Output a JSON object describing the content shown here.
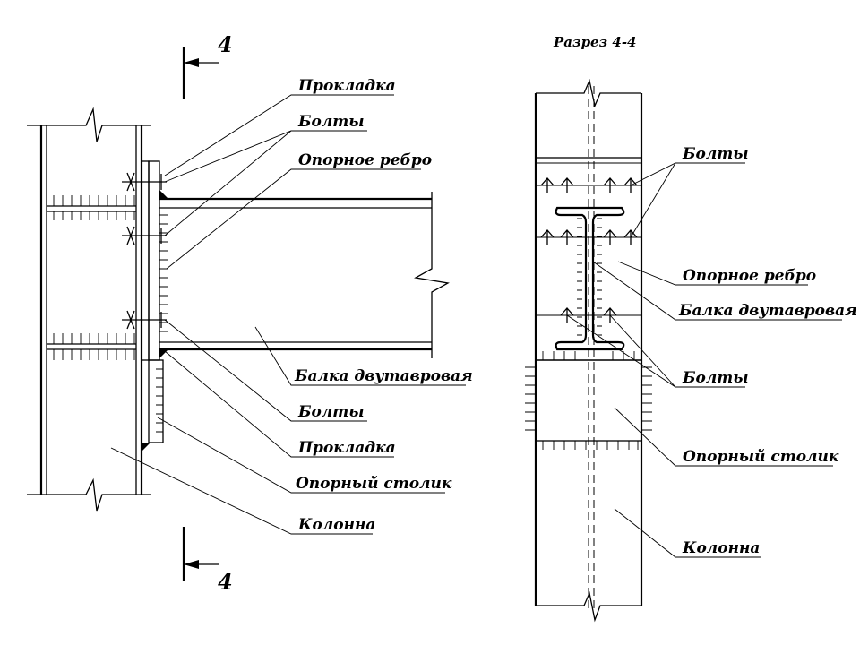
{
  "section": {
    "title": "Разрез 4-4",
    "mark_top": "4",
    "mark_bottom": "4"
  },
  "left_view": {
    "labels": {
      "gasket_top": "Прокладка",
      "bolts_top": "Болты",
      "support_rib": "Опорное ребро",
      "i_beam": "Балка двутавровая",
      "bolts_bottom": "Болты",
      "gasket_bottom": "Прокладка",
      "support_table": "Опорный столик",
      "column": "Колонна"
    }
  },
  "right_view": {
    "labels": {
      "bolts_top": "Болты",
      "support_rib": "Опорное ребро",
      "i_beam": "Балка двутавровая",
      "bolts_bottom": "Болты",
      "support_table": "Опорный столик",
      "column": "Колонна"
    }
  }
}
